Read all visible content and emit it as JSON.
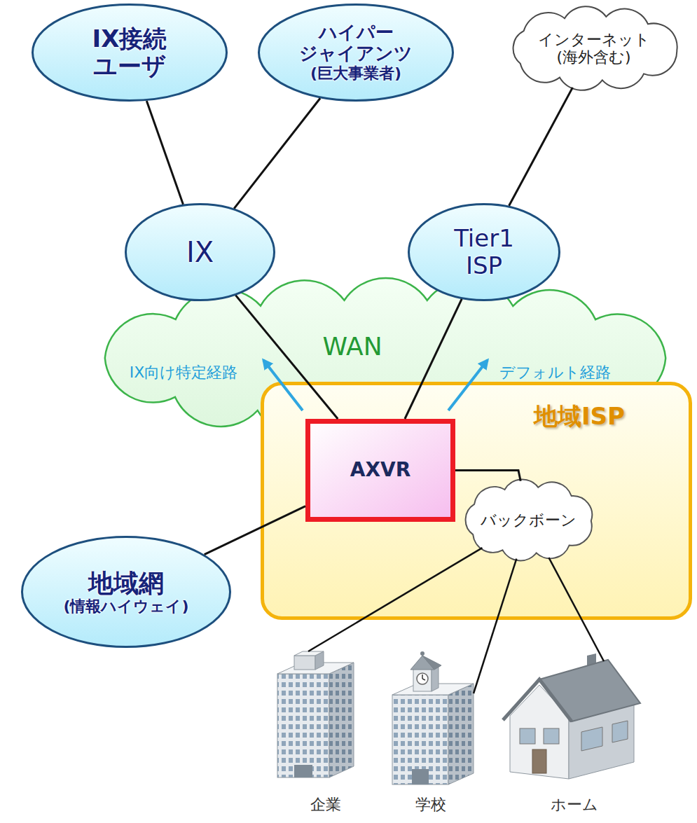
{
  "diagram": {
    "nodes": [
      {
        "text": [
          "IX接続 ユーザ"
        ]
      },
      {
        "text": [
          "ハイパー ジャイアンツ",
          "(巨大事業者)"
        ]
      },
      {
        "text": [
          "インターネット (海外含む)"
        ]
      },
      {
        "text": [
          "IX"
        ]
      },
      {
        "text": [
          "Tier1 ISP"
        ]
      },
      {
        "text": [
          "WAN"
        ]
      },
      {
        "text": [
          "地域ISP"
        ]
      },
      {
        "text": [
          "AXVR"
        ],
        "in": 6
      },
      {
        "text": [
          "バックボーン"
        ],
        "in": 6
      },
      {
        "text": [
          "地域網",
          "(情報ハイウェイ)"
        ]
      },
      {
        "text": [
          "企業"
        ]
      },
      {
        "text": [
          "学校"
        ]
      },
      {
        "text": [
          "ホーム"
        ]
      }
    ],
    "edges": [
      {
        "from": 0,
        "to": 3,
        "arrow": "none"
      },
      {
        "from": 1,
        "to": 3,
        "arrow": "none"
      },
      {
        "from": 2,
        "to": 4,
        "arrow": "none"
      },
      {
        "from": 7,
        "to": 3,
        "arrow": "none"
      },
      {
        "from": 7,
        "to": 4,
        "arrow": "none"
      },
      {
        "from": 7,
        "to": 8,
        "arrow": "none"
      },
      {
        "from": 7,
        "to": 9,
        "arrow": "none"
      },
      {
        "from": 8,
        "to": 10,
        "arrow": "none"
      },
      {
        "from": 8,
        "to": 11,
        "arrow": "none"
      },
      {
        "from": 8,
        "to": 12,
        "arrow": "none"
      }
    ],
    "labels": [
      "IX向け特定経路",
      "デフォルト経路"
    ]
  }
}
